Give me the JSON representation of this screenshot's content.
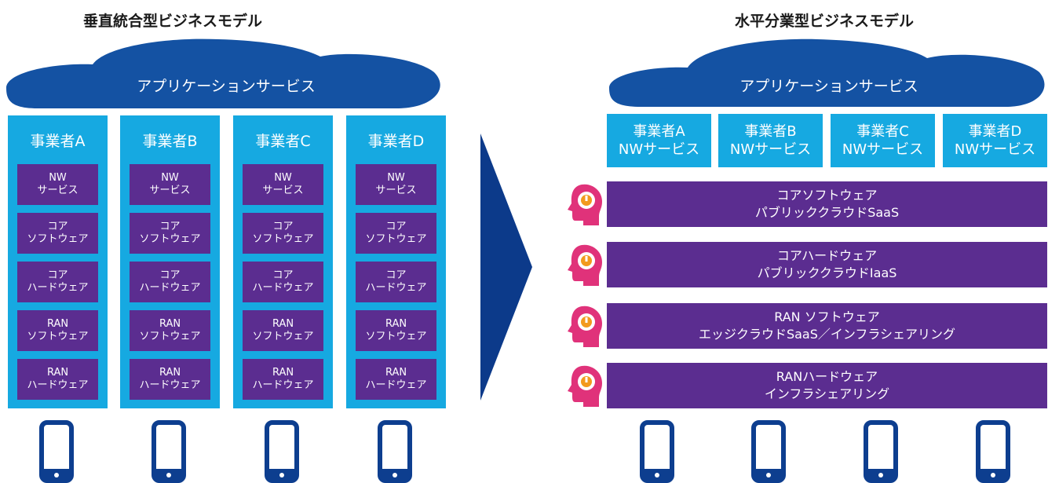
{
  "left": {
    "title": "垂直統合型ビジネスモデル",
    "cloud_label": "アプリケーションサービス",
    "operators": [
      {
        "name": "事業者A"
      },
      {
        "name": "事業者B"
      },
      {
        "name": "事業者C"
      },
      {
        "name": "事業者D"
      }
    ],
    "stack": [
      {
        "line1": "NW",
        "line2": "サービス"
      },
      {
        "line1": "コア",
        "line2": "ソフトウェア"
      },
      {
        "line1": "コア",
        "line2": "ハードウェア"
      },
      {
        "line1": "RAN",
        "line2": "ソフトウェア"
      },
      {
        "line1": "RAN",
        "line2": "ハードウェア"
      }
    ]
  },
  "right": {
    "title": "水平分業型ビジネスモデル",
    "cloud_label": "アプリケーションサービス",
    "services": [
      {
        "line1": "事業者A",
        "line2": "NWサービス"
      },
      {
        "line1": "事業者B",
        "line2": "NWサービス"
      },
      {
        "line1": "事業者C",
        "line2": "NWサービス"
      },
      {
        "line1": "事業者D",
        "line2": "NWサービス"
      }
    ],
    "layers": [
      {
        "line1": "コアソフトウェア",
        "line2": "パブリッククラウドSaaS"
      },
      {
        "line1": "コアハードウェア",
        "line2": "パブリッククラウドIaaS"
      },
      {
        "line1": "RAN ソフトウェア",
        "line2": "エッジクラウドSaaS／インフラシェアリング"
      },
      {
        "line1": "RANハードウェア",
        "line2": "インフラシェアリング"
      }
    ]
  },
  "colors": {
    "cloud": "#1452a3",
    "cyan": "#16a9e1",
    "purple": "#5b2d90",
    "arrow": "#0c3a8a",
    "ai_icon": "#e0327a",
    "phone": "#0d3e8f"
  },
  "icons": {
    "ai": "ai-gear-head-icon",
    "device": "smartphone-icon",
    "transition": "right-arrow"
  }
}
